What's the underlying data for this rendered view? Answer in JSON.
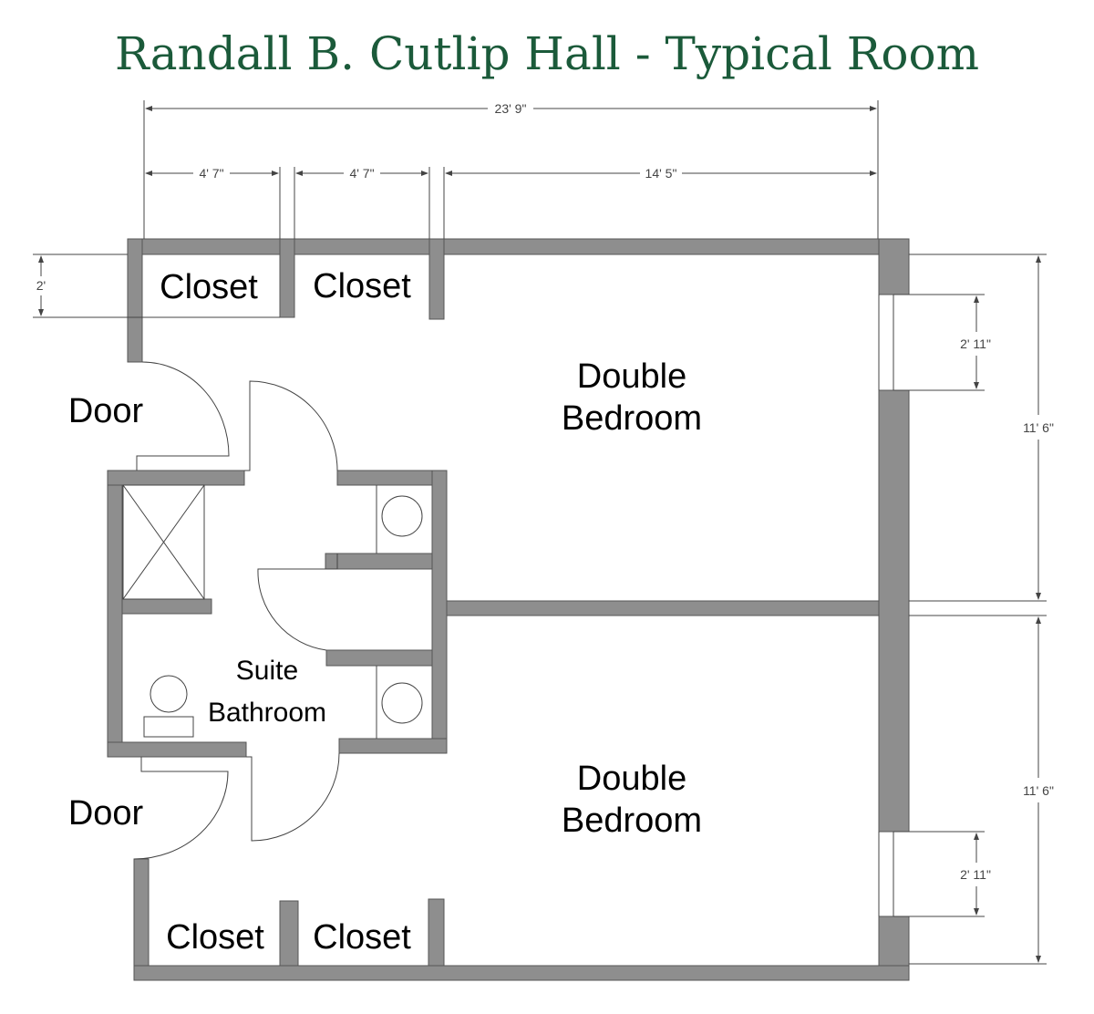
{
  "title": "Randall B. Cutlip Hall - Typical Room",
  "colors": {
    "title": "#1b5a3a",
    "wall": "#8e8e8e"
  },
  "labels": {
    "closet_tl": "Closet",
    "closet_tr": "Closet",
    "closet_bl": "Closet",
    "closet_br": "Closet",
    "door_top": "Door",
    "door_bottom": "Door",
    "bedroom_top": [
      "Double",
      "Bedroom"
    ],
    "bedroom_bottom": [
      "Double",
      "Bedroom"
    ],
    "bathroom": [
      "Suite",
      "Bathroom"
    ]
  },
  "dimensions": {
    "total_width": "23' 9\"",
    "closet1_width": "4' 7\"",
    "closet2_width": "4' 7\"",
    "bedroom_width": "14' 5\"",
    "closet_depth": "2'",
    "window_top": "2' 11\"",
    "window_bottom": "2' 11\"",
    "bedroom_top_depth": "11' 6\"",
    "bedroom_bottom_depth": "11' 6\""
  }
}
